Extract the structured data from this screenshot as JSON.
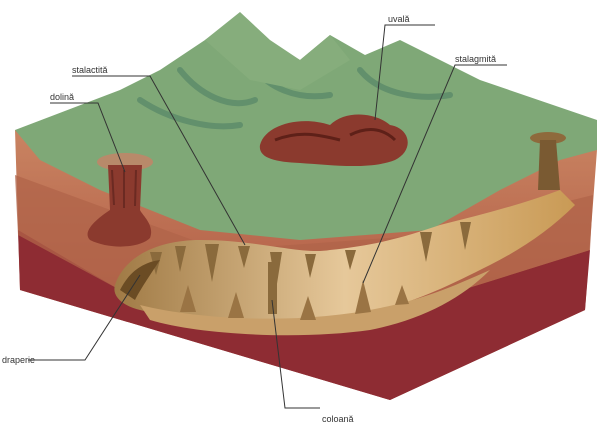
{
  "labels": {
    "stalactite": "stalactită",
    "doline": "dolină",
    "uvala": "uvală",
    "stalagmite": "stalagmită",
    "drapery": "draperie",
    "column": "coloană"
  },
  "colors": {
    "surface_green": "#7fa877",
    "surface_green_dark": "#5b8a69",
    "upper_rock": "#c98462",
    "mid_rock": "#b06449",
    "deep_rock": "#8e2c33",
    "cave_floor": "#d8b88c",
    "cave_shadow": "#8a6a3c",
    "uvala_fill": "#8b3a2e",
    "leader_line": "#333333"
  }
}
